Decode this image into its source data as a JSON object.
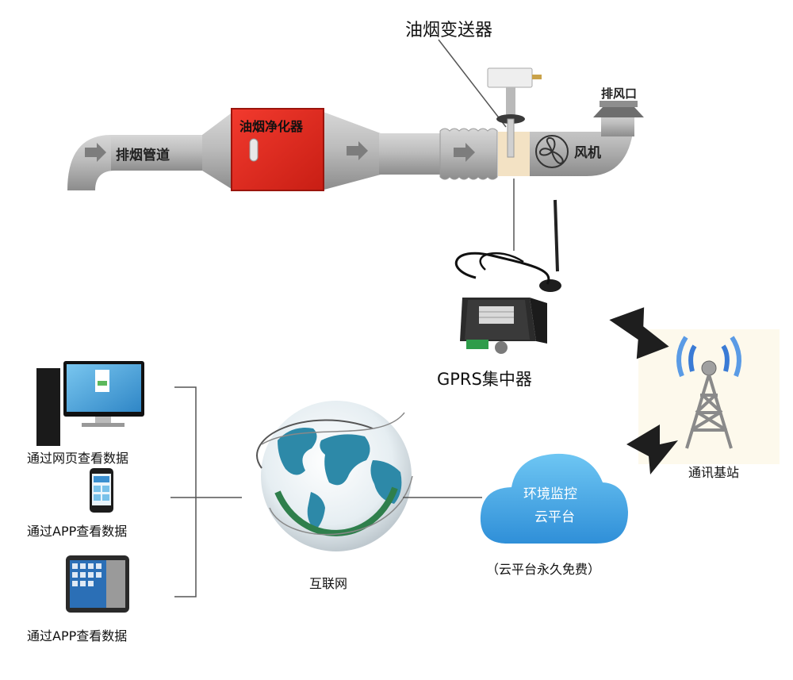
{
  "labels": {
    "sensor": "油烟变送器",
    "exhaust_pipe": "排烟管道",
    "purifier": "油烟净化器",
    "outlet": "排风口",
    "fan": "风机",
    "gprs": "GPRS集中器",
    "base_station": "通讯基站",
    "internet": "互联网",
    "cloud_line1": "环境监控",
    "cloud_line2": "云平台",
    "free_note": "（云平台永久免费）",
    "view_web": "通过网页查看数据",
    "view_app_phone": "通过APP查看数据",
    "view_app_tablet": "通过APP查看数据"
  },
  "colors": {
    "pipe": "#a9a9a9",
    "purifier": "#e42a1f",
    "cloud": "#3fa7e6",
    "globe": "#2d89a8",
    "lightning": "#1e1e1e",
    "tower": "#8a8a8a",
    "signal": "#3a7bd5"
  },
  "icons": {
    "computer": "desktop-computer-icon",
    "phone": "smartphone-icon",
    "tablet": "tablet-icon",
    "globe": "globe-icon",
    "cloud": "cloud-icon",
    "tower": "cell-tower-icon",
    "gprs": "gprs-device-icon",
    "sensor": "sensor-device-icon",
    "fan": "fan-icon"
  }
}
